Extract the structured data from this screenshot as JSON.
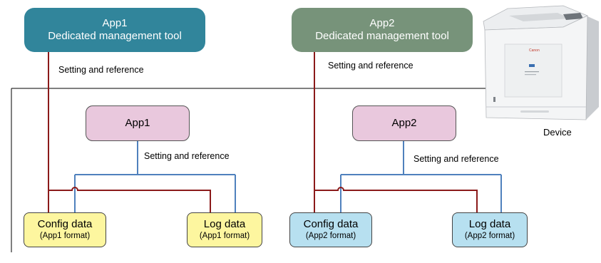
{
  "tools": [
    {
      "line1": "App1",
      "line2": "Dedicated management tool"
    },
    {
      "line1": "App2",
      "line2": "Dedicated management tool"
    }
  ],
  "apps": [
    {
      "label": "App1"
    },
    {
      "label": "App2"
    }
  ],
  "data_stores": {
    "config1": {
      "title": "Config data",
      "format": "(App1 format)"
    },
    "log1": {
      "title": "Log data",
      "format": "(App1 format)"
    },
    "config2": {
      "title": "Config data",
      "format": "(App2 format)"
    },
    "log2": {
      "title": "Log data",
      "format": "(App2 format)"
    }
  },
  "connector_labels": {
    "tool1": "Setting and reference",
    "tool2": "Setting and reference",
    "app1": "Setting and reference",
    "app2": "Setting and reference"
  },
  "device": {
    "label": "Device",
    "brand": "Canon"
  },
  "colors": {
    "tool1_fill": "#31859b",
    "tool2_fill": "#77937a",
    "app_fill": "#e9c8dd",
    "app1_data_fill": "#fdf69f",
    "app2_data_fill": "#b7e0f0",
    "tool_line": "#8b1a1a",
    "app_line": "#4f81bd"
  }
}
